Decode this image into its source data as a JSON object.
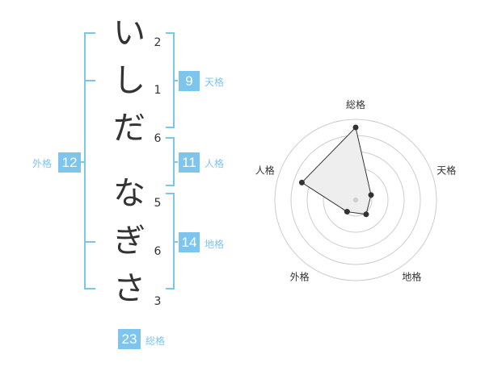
{
  "name_chars": [
    {
      "char": "い",
      "strokes": "2"
    },
    {
      "char": "し",
      "strokes": "1"
    },
    {
      "char": "だ",
      "strokes": "6"
    },
    {
      "char": "な",
      "strokes": "5"
    },
    {
      "char": "ぎ",
      "strokes": "6"
    },
    {
      "char": "さ",
      "strokes": "3"
    }
  ],
  "kakusu": {
    "tenkaku": {
      "value": "9",
      "label": "天格"
    },
    "jinkaku": {
      "value": "11",
      "label": "人格"
    },
    "chikaku": {
      "value": "14",
      "label": "地格"
    },
    "gaikaku": {
      "value": "12",
      "label": "外格"
    },
    "soukaku": {
      "value": "23",
      "label": "総格"
    }
  },
  "colors": {
    "accent": "#7ec5ee",
    "text": "#333333",
    "grid": "#cccccc"
  },
  "chart_data": {
    "type": "radar",
    "axes": [
      "総格",
      "天格",
      "地格",
      "外格",
      "人格"
    ],
    "values": [
      0.9,
      0.2,
      0.22,
      0.18,
      0.7
    ],
    "range": [
      0,
      1
    ],
    "rings": 5
  }
}
